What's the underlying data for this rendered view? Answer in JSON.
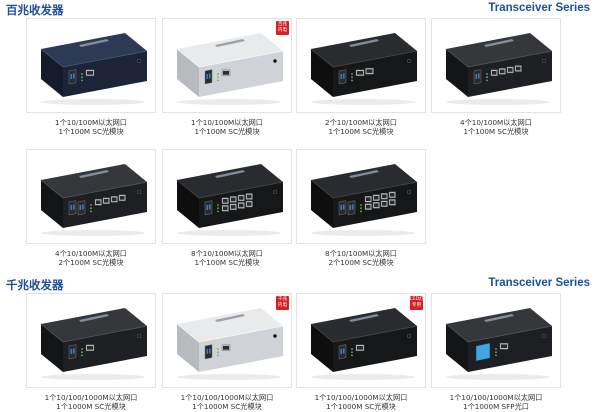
{
  "sections": [
    {
      "title_cn": "百兆收发器",
      "title_en": "Transceiver Series",
      "products": [
        {
          "line1": "1个10/100M以太网口",
          "line2": "1个100M SC光模块",
          "style": "navy",
          "ports": 1,
          "fiber": 1,
          "badge": null
        },
        {
          "line1": "1个10/100M以太网口",
          "line2": "1个100M SC光模块",
          "style": "silver",
          "ports": 1,
          "fiber": 1,
          "badge": [
            "百兆",
            "内电"
          ]
        },
        {
          "line1": "2个10/100M以太网口",
          "line2": "1个100M SC光模块",
          "style": "black",
          "ports": 2,
          "fiber": 1,
          "badge": null
        },
        {
          "line1": "4个10/100M以太网口",
          "line2": "1个100M SC光模块",
          "style": "dark",
          "ports": 4,
          "fiber": 1,
          "badge": null
        },
        {
          "line1": "4个10/100M以太网口",
          "line2": "2个100M SC光模块",
          "style": "dark",
          "ports": 4,
          "fiber": 2,
          "badge": null
        },
        {
          "line1": "8个10/100M以太网口",
          "line2": "1个100M SC光模块",
          "style": "black",
          "ports": 8,
          "fiber": 1,
          "badge": null
        },
        {
          "line1": "8个10/100M以太网口",
          "line2": "2个100M SC光模块",
          "style": "black",
          "ports": 8,
          "fiber": 2,
          "badge": null
        }
      ]
    },
    {
      "title_cn": "千兆收发器",
      "title_en": "Transceiver Series",
      "products": [
        {
          "line1": "1个10/100/1000M以太网口",
          "line2": "1个1000M SC光模块",
          "style": "dark",
          "ports": 1,
          "fiber": 1,
          "badge": null
        },
        {
          "line1": "1个10/100/1000M以太网口",
          "line2": "1个1000M SC光模块",
          "style": "silver",
          "ports": 1,
          "fiber": 1,
          "badge": [
            "千兆",
            "内电"
          ]
        },
        {
          "line1": "1个10/100/1000M以太网口",
          "line2": "1个1000M SC光模块",
          "style": "black",
          "ports": 1,
          "fiber": 1,
          "badge": [
            "LED灯",
            "专用"
          ]
        },
        {
          "line1": "1个10/100/1000M以太网口",
          "line2": "1个1000M SFP光口",
          "style": "dark",
          "ports": 1,
          "fiber": 0,
          "sfp": true,
          "badge": null
        }
      ]
    }
  ],
  "colors": {
    "title": "#1d4f9a",
    "badge": "#d71f26",
    "sfp": "#3fa7e0"
  }
}
